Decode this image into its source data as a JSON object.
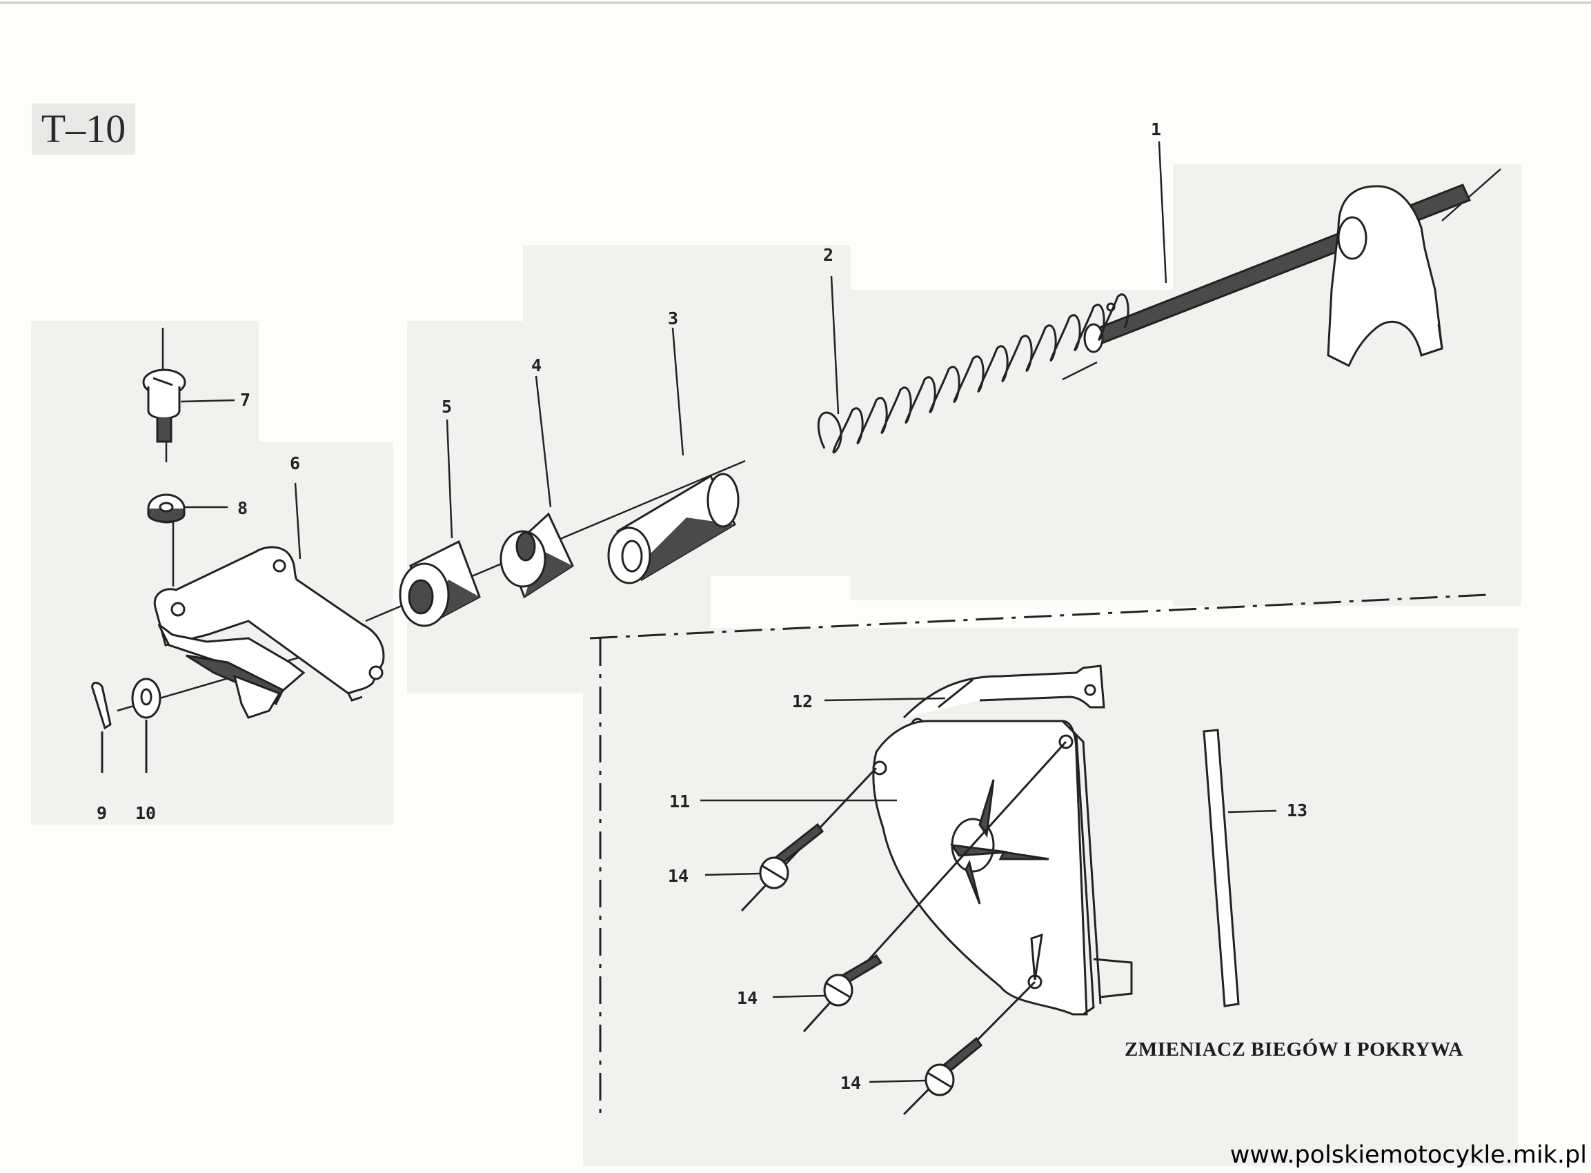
{
  "sheet_code": "T–10",
  "caption": "ZMIENIACZ BIEGÓW I POKRYWA",
  "source_url": "www.polskiemotocykle.mik.pl",
  "callouts": {
    "c1": "1",
    "c2": "2",
    "c3": "3",
    "c4": "4",
    "c5": "5",
    "c6": "6",
    "c7": "7",
    "c8": "8",
    "c9": "9",
    "c10": "10",
    "c11": "11",
    "c12": "12",
    "c13": "13",
    "c14a": "14",
    "c14b": "14",
    "c14c": "14"
  }
}
